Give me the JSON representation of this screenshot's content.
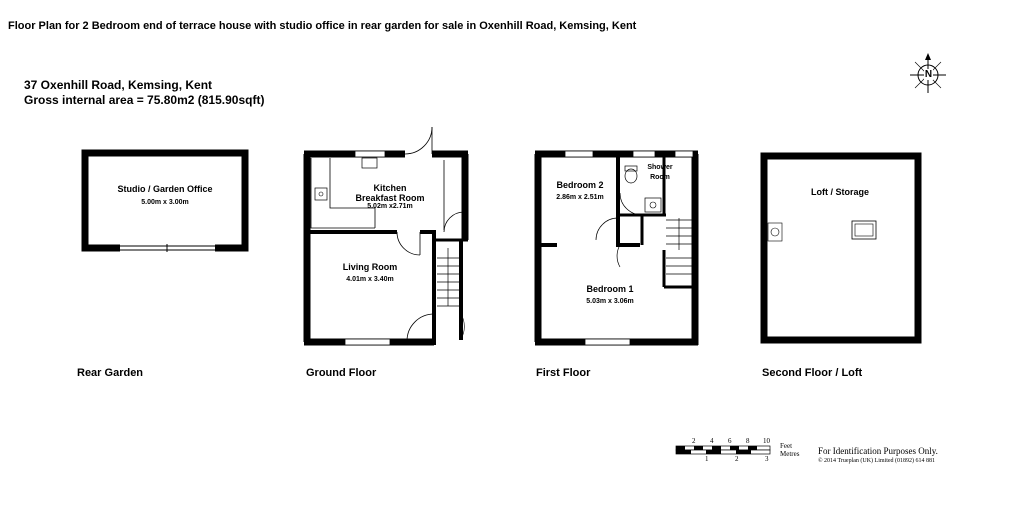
{
  "page_title": "Floor Plan for 2 Bedroom end of terrace house with studio office in rear garden for sale in Oxenhill Road, Kemsing, Kent",
  "address": "37 Oxenhill Road, Kemsing, Kent",
  "gross_area": "Gross internal area = 75.80m2 (815.90sqft)",
  "compass": {
    "letter": "N",
    "icon": "compass-north-icon"
  },
  "floors": [
    {
      "label": "Rear Garden"
    },
    {
      "label": "Ground Floor"
    },
    {
      "label": "First Floor"
    },
    {
      "label": "Second Floor / Loft"
    }
  ],
  "rooms": {
    "studio": {
      "name": "Studio / Garden Office",
      "dims": "5.00m x 3.00m"
    },
    "kitchen": {
      "name_line1": "Kitchen",
      "name_line2": "Breakfast Room",
      "dims": "5.02m x2.71m"
    },
    "living": {
      "name": "Living Room",
      "dims": "4.01m x 3.40m"
    },
    "bedroom2": {
      "name": "Bedroom 2",
      "dims": "2.86m x 2.51m"
    },
    "shower": {
      "name_line1": "Shower",
      "name_line2": "Room"
    },
    "bedroom1": {
      "name": "Bedroom 1",
      "dims": "5.03m x 3.06m"
    },
    "loft": {
      "name": "Loft / Storage"
    }
  },
  "scale_bar": {
    "feet_ticks": [
      "2",
      "4",
      "6",
      "8",
      "10"
    ],
    "metre_ticks": [
      "1",
      "2",
      "3"
    ],
    "feet_label": "Feet",
    "metres_label": "Metres"
  },
  "footer": {
    "identification": "For Identification Purposes Only.",
    "copyright": "© 2014 Trueplan (UK) Limited  (01892) 614 881"
  }
}
